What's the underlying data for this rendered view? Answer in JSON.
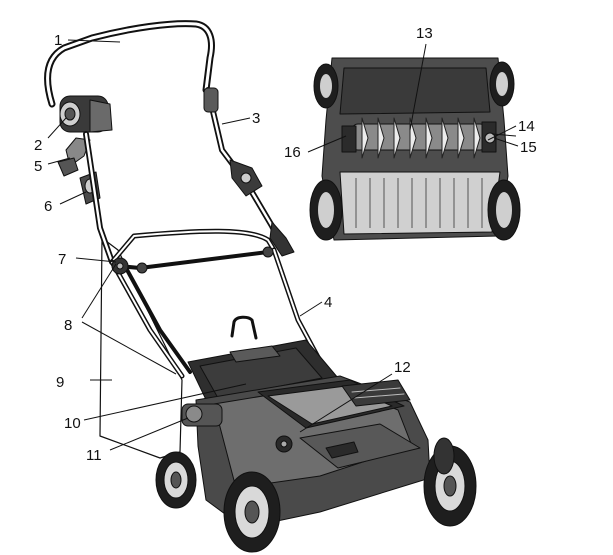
{
  "colors": {
    "ink": "#111111",
    "body_dark": "#2b2b2b",
    "body_mid": "#5a5a5a",
    "body_light": "#9a9a9a",
    "highlight": "#d9d9d9"
  },
  "callouts": [
    {
      "id": "1",
      "label": "1",
      "part": "handle"
    },
    {
      "id": "2",
      "label": "2",
      "part": "switch-box"
    },
    {
      "id": "3",
      "label": "3",
      "part": "upper-handle-clamp"
    },
    {
      "id": "4",
      "label": "4",
      "part": "lower-handle"
    },
    {
      "id": "5",
      "label": "5",
      "part": "safety-lever"
    },
    {
      "id": "6",
      "label": "6",
      "part": "cable-hook"
    },
    {
      "id": "7",
      "label": "7",
      "part": "handle-knob"
    },
    {
      "id": "8",
      "label": "8",
      "part": "bolts"
    },
    {
      "id": "9",
      "label": "9",
      "part": "grass-bag"
    },
    {
      "id": "10",
      "label": "10",
      "part": "rear-flap"
    },
    {
      "id": "11",
      "label": "11",
      "part": "height-adjuster"
    },
    {
      "id": "12",
      "label": "12",
      "part": "battery-cover"
    },
    {
      "id": "13",
      "label": "13",
      "part": "roller-blade"
    },
    {
      "id": "14",
      "label": "14",
      "part": "roller-mount"
    },
    {
      "id": "15",
      "label": "15",
      "part": "bearing"
    },
    {
      "id": "16",
      "label": "16",
      "part": "shaft-end"
    }
  ]
}
